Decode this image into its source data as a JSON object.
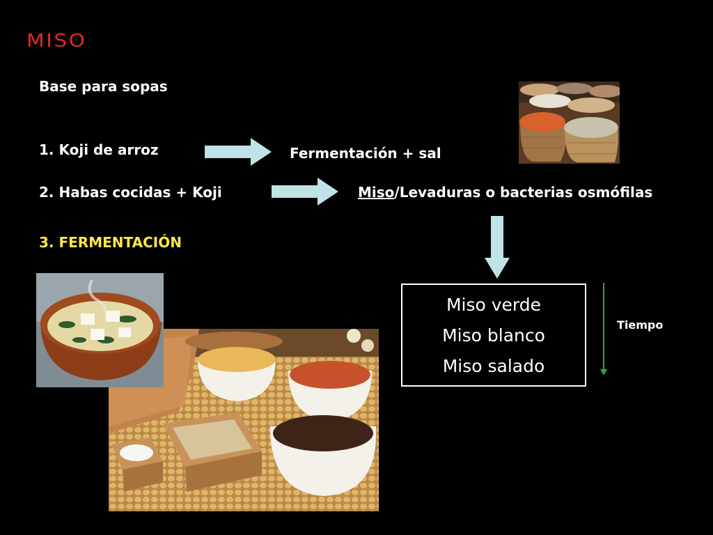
{
  "title": "MISO",
  "subtitle": "Base para sopas",
  "steps": [
    {
      "label": "1. Koji de arroz",
      "result": "Fermentación + sal"
    },
    {
      "label": "2. Habas cocidas + Koji",
      "result_underlined": "Miso",
      "result_rest": "/Levaduras o bacterias osmófilas"
    },
    {
      "label": "3. FERMENTACIÓN"
    }
  ],
  "miso_types": [
    "Miso verde",
    "Miso blanco",
    "Miso salado"
  ],
  "time_label": "Tiempo",
  "images": {
    "grains": "baskets-of-grains-photo",
    "soup": "miso-soup-photo",
    "pastes": "miso-paste-bowls-photo"
  },
  "colors": {
    "title": "#e0262b",
    "highlight": "#ffe64d",
    "arrow": "#bfe3e6",
    "time_arrow": "#1fb23a"
  }
}
